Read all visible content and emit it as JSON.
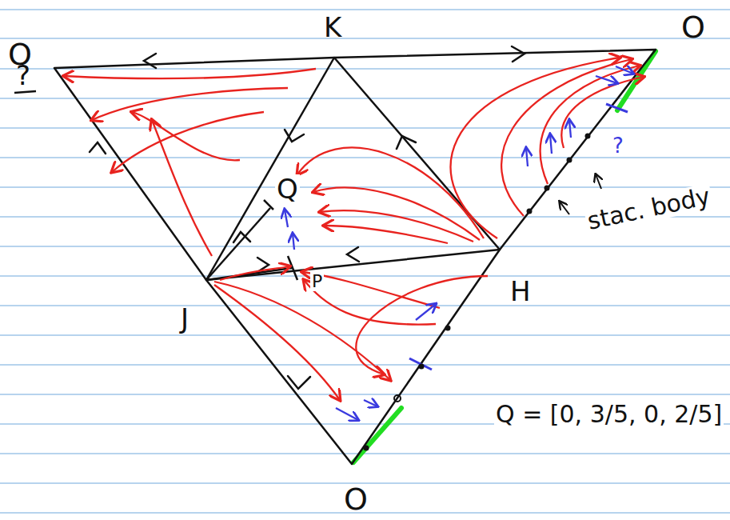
{
  "diagram": {
    "labels": [
      "O",
      "K",
      "O",
      "?",
      "Q",
      "P",
      "J",
      "H",
      "?",
      "stac. body",
      "Q = [0, 3/5, 0, 2/5]",
      "O"
    ]
  }
}
